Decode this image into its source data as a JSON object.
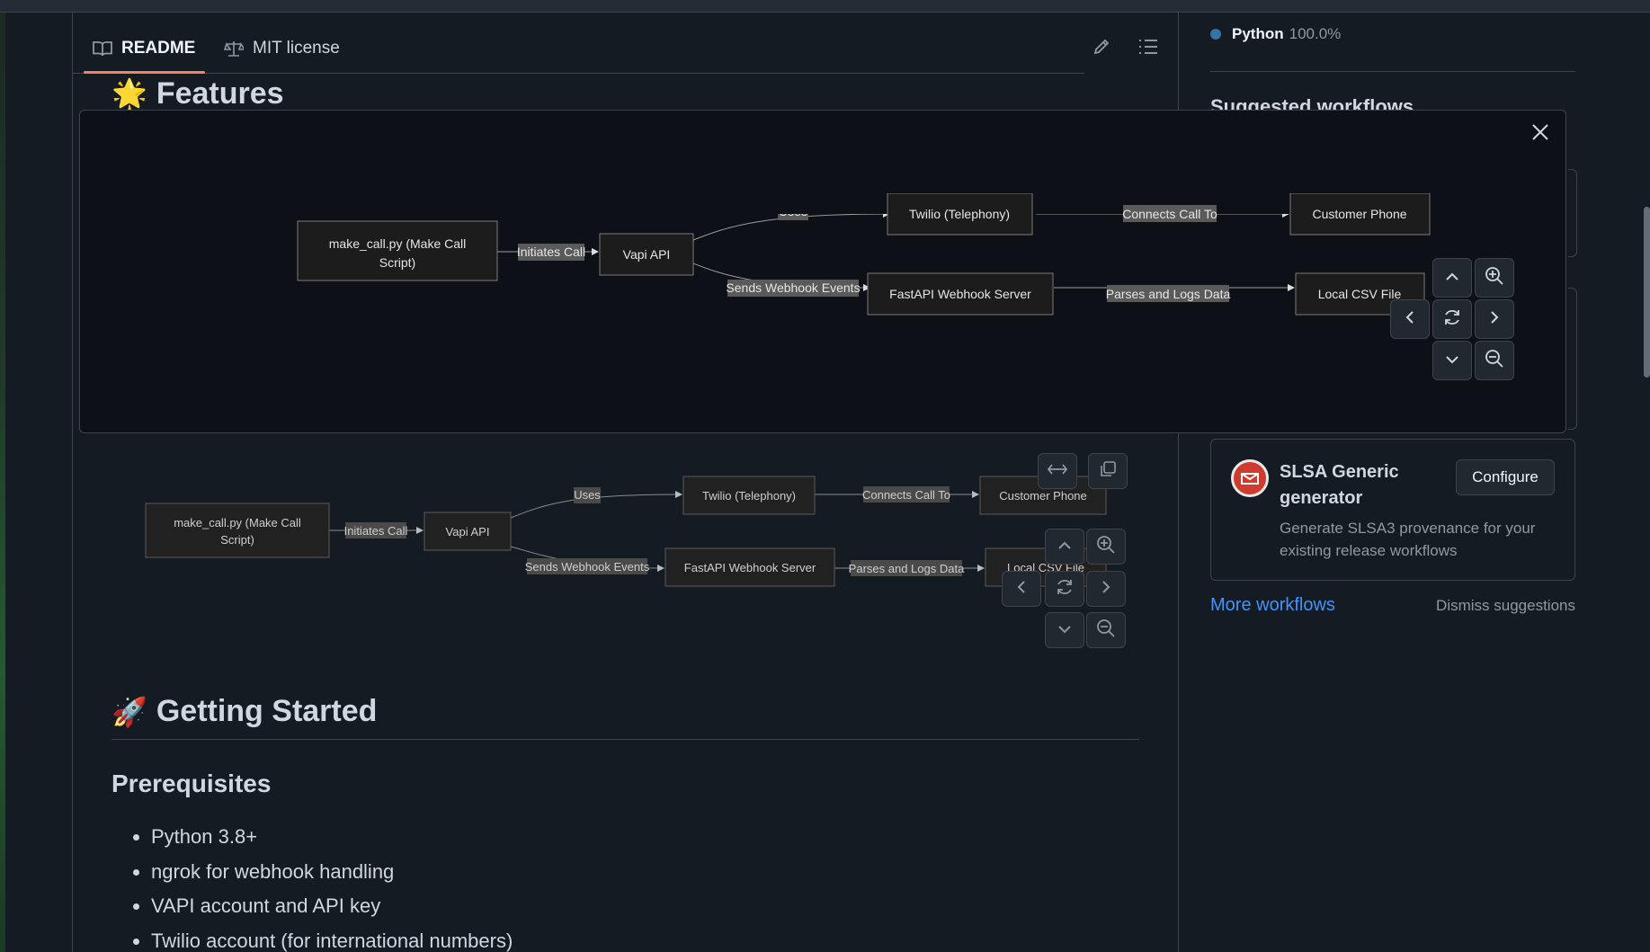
{
  "tabs": {
    "readme": "README",
    "license": "MIT license"
  },
  "headings": {
    "features": "Features",
    "getting_started": "Getting Started",
    "prerequisites": "Prerequisites"
  },
  "emoji": {
    "star": "🌟",
    "rocket": "🚀"
  },
  "diagram": {
    "nodes": {
      "make_call": [
        "make_call.py (Make Call",
        "Script)"
      ],
      "vapi": "Vapi API",
      "twilio": "Twilio (Telephony)",
      "customer": "Customer Phone",
      "fastapi": "FastAPI Webhook Server",
      "csv": "Local CSV File",
      "csv_partial": "Local CSV File"
    },
    "edges": {
      "initiates": "Initiates Call",
      "uses": "Uses",
      "sends": "Sends Webhook Events",
      "connects": "Connects Call To",
      "parses": "Parses and Logs Data"
    }
  },
  "prerequisites": [
    "Python 3.8+",
    "ngrok for webhook handling",
    "VAPI account and API key",
    "Twilio account (for international numbers)"
  ],
  "sidebar": {
    "language_name": "Python",
    "language_percent": "100.0%",
    "suggested_title": "Suggested workflows",
    "card_title": "SLSA Generic generator",
    "card_desc": "Generate SLSA3 provenance for your existing release workflows",
    "configure": "Configure",
    "more_workflows": "More workflows",
    "dismiss": "Dismiss suggestions"
  },
  "colors": {
    "accent_tab": "#f78166",
    "link": "#4493f8",
    "python": "#3572a5"
  }
}
